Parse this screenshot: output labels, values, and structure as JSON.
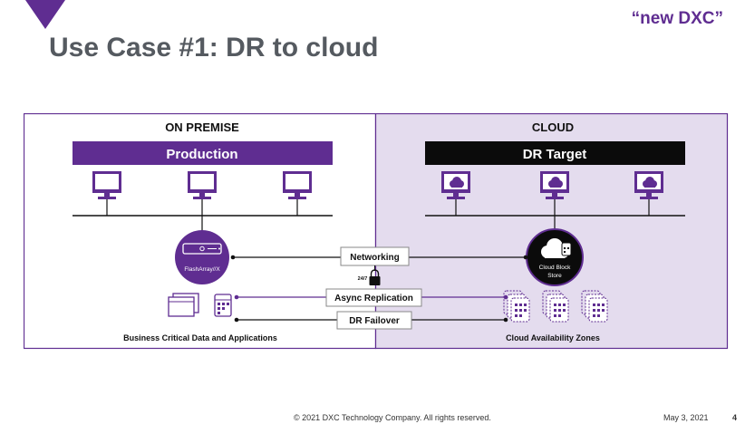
{
  "header": {
    "tagline": "“new DXC”",
    "title": "Use Case #1: DR to cloud"
  },
  "diagram": {
    "on_premise": {
      "heading": "ON PREMISE",
      "bar_label": "Production",
      "array_label": "FlashArray//X",
      "data_caption": "Business Critical Data and Applications"
    },
    "cloud": {
      "heading": "CLOUD",
      "bar_label": "DR Target",
      "store_label_line1": "Cloud Block",
      "store_label_line2": "Store",
      "zones_caption": "Cloud Availability Zones"
    },
    "links": {
      "networking": "Networking",
      "async_replication": "Async Replication",
      "dr_failover": "DR Failover",
      "lock_label": "24/7"
    }
  },
  "colors": {
    "purple": "#5f2d91",
    "cloud_panel": "#e4dcee",
    "title_gray": "#555a60"
  },
  "footer": {
    "copyright": "© 2021 DXC Technology Company. All rights reserved.",
    "date": "May 3, 2021",
    "page": "4"
  }
}
